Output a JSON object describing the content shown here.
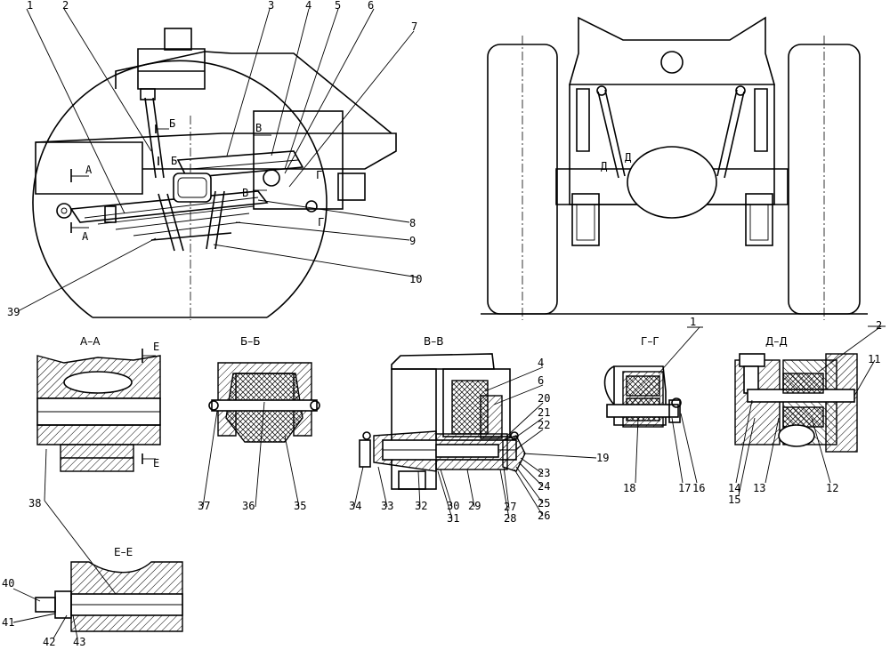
{
  "section_titles": {
    "aa": "А–А",
    "bb": "Б–Б",
    "vv": "В–В",
    "gg": "Г–Г",
    "dd": "Д–Д",
    "ee": "Е–Е"
  },
  "cut_marks": {
    "a_top": "А",
    "a_bot": "А",
    "b_top": "Б",
    "b_bot": "Б",
    "v_top": "В",
    "v_bot": "В",
    "g_top": "Г",
    "g_bot": "Г",
    "d_left": "Д",
    "d_right": "Д",
    "e_top": "Е",
    "e_bot": "Е"
  },
  "callouts": {
    "n1": "1",
    "n2": "2",
    "n3": "3",
    "n4": "4",
    "n5": "5",
    "n6": "6",
    "n7": "7",
    "n8": "8",
    "n9": "9",
    "n10": "10",
    "n39": "39",
    "n38": "38",
    "n37": "37",
    "n36": "36",
    "n35": "35",
    "n4b": "4",
    "n6b": "6",
    "n20": "20",
    "n21": "21",
    "n22": "22",
    "n19": "19",
    "n23": "23",
    "n24": "24",
    "n25": "25",
    "n26": "26",
    "n27": "27",
    "n28": "28",
    "n29": "29",
    "n30": "30",
    "n31": "31",
    "n32": "32",
    "n33": "33",
    "n34": "34",
    "n1b": "1",
    "n18": "18",
    "n17": "17",
    "n16": "16",
    "n2b": "2",
    "n11": "11",
    "n12": "12",
    "n13": "13",
    "n14": "14",
    "n15": "15",
    "n40": "40",
    "n41": "41",
    "n42": "42",
    "n43": "43"
  }
}
